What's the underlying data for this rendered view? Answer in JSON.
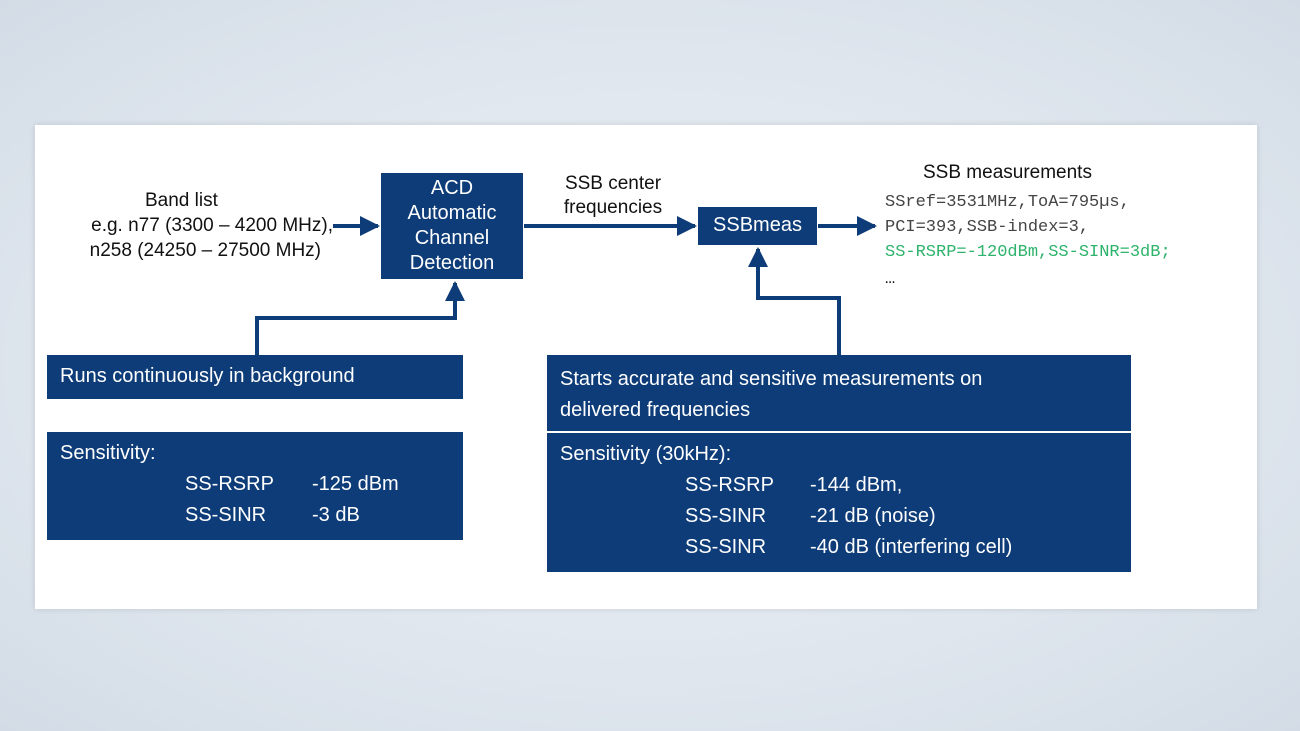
{
  "inputs": {
    "title": "Band list",
    "line1": "e.g. n77 (3300 – 4200 MHz),",
    "line2": "n258 (24250 – 27500 MHz)"
  },
  "acd_box": {
    "line1": "ACD",
    "line2": "Automatic",
    "line3": "Channel",
    "line4": "Detection"
  },
  "arrow_label": {
    "line1": "SSB center",
    "line2": "frequencies"
  },
  "ssbmeas_box": {
    "label": "SSBmeas"
  },
  "measurements": {
    "title": "SSB measurements",
    "line1": "SSref=3531MHz,ToA=795µs,",
    "line2": "PCI=393,SSB-index=3,",
    "line3": "SS-RSRP=-120dBm,SS-SINR=3dB;",
    "line4": "…"
  },
  "left_panel": {
    "runs": "Runs continuously in background",
    "sensitivity_title": "Sensitivity:",
    "row1_name": "SS-RSRP",
    "row1_value": "-125 dBm",
    "row2_name": "SS-SINR",
    "row2_value": "-3 dB"
  },
  "right_panel": {
    "starts_line1": "Starts accurate and sensitive measurements on",
    "starts_line2": "delivered frequencies",
    "sensitivity_title": "Sensitivity (30kHz):",
    "row1_name": "SS-RSRP",
    "row1_value": "-144 dBm,",
    "row2_name": "SS-SINR",
    "row2_value": "-21 dB (noise)",
    "row3_name": "SS-SINR",
    "row3_value": "-40 dB (interfering cell)"
  },
  "colors": {
    "box_fill": "#0d3c78",
    "arrow": "#0d3c78",
    "highlight_text": "#2db36b"
  }
}
